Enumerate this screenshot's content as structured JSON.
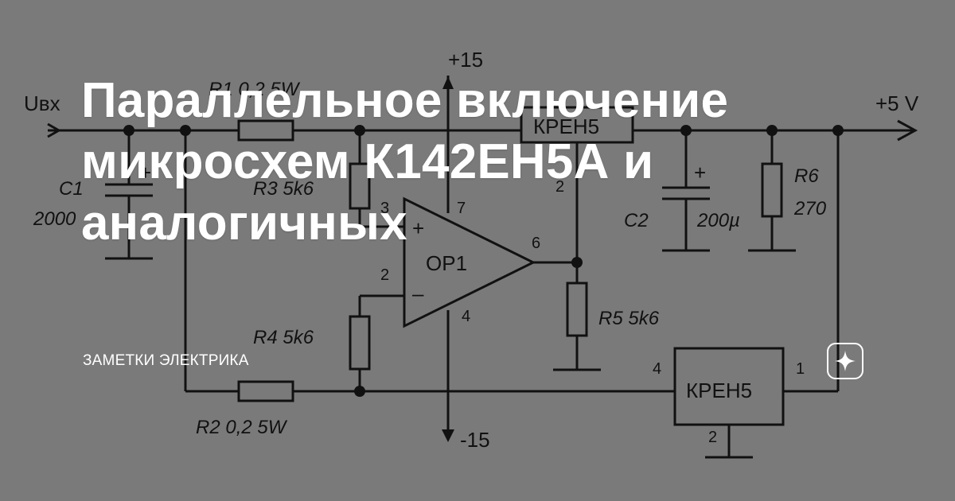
{
  "title": "Параллельное включение микросхем К142ЕН5А и аналогичных",
  "channel": "ЗАМЕТКИ ЭЛЕКТРИКА",
  "logo_icon": "sparkle-icon",
  "schematic": {
    "input_label": "Uвх",
    "output_label": "+5 V",
    "plus15": "+15",
    "minus15": "-15",
    "r1": "R1 0,2 5W",
    "r2": "R2  0,2  5W",
    "r3": "R3  5k6",
    "r4": "R4  5k6",
    "r5": "R5  5k6",
    "r6": "R6",
    "r6_val": "270",
    "c1": "C1",
    "c1_val": "2000",
    "c2": "C2",
    "c2_val": "200µ",
    "op": "OP1",
    "kren_top": "КРЕН5",
    "kren_bottom": "КРЕН5",
    "pins": {
      "op_plus": "3",
      "op_minus": "2",
      "op_v_plus": "7",
      "op_v_minus": "4",
      "op_out": "6",
      "kren_top_gnd": "2",
      "kren_bot_in": "4",
      "kren_bot_out": "1",
      "kren_bot_gnd": "2"
    }
  }
}
